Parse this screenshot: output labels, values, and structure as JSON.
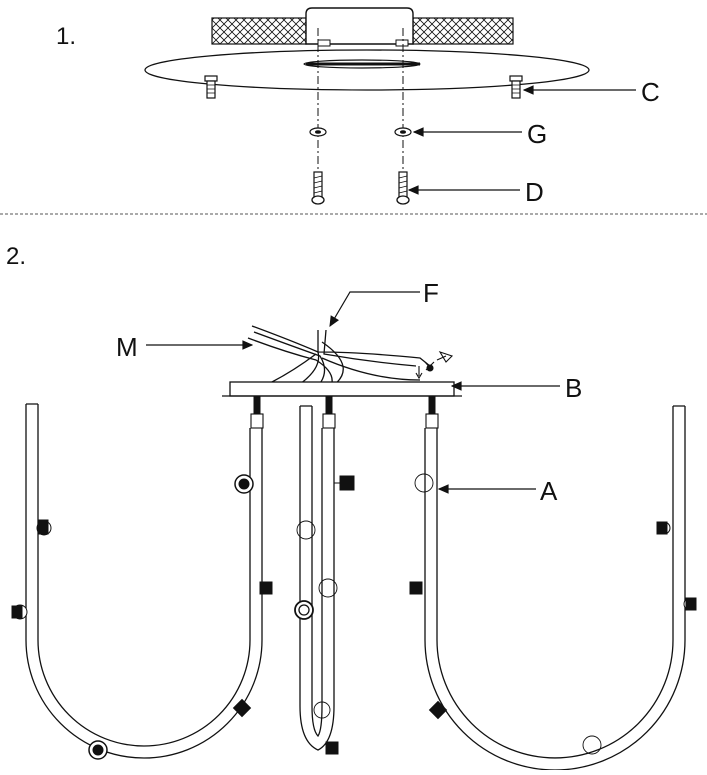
{
  "steps": [
    {
      "number": "1."
    },
    {
      "number": "2."
    }
  ],
  "callouts": {
    "C": "C",
    "G": "G",
    "D": "D",
    "F": "F",
    "M": "M",
    "B": "B",
    "A": "A"
  },
  "colors": {
    "ink": "#111111",
    "divider": "#555555",
    "background": "#ffffff"
  }
}
